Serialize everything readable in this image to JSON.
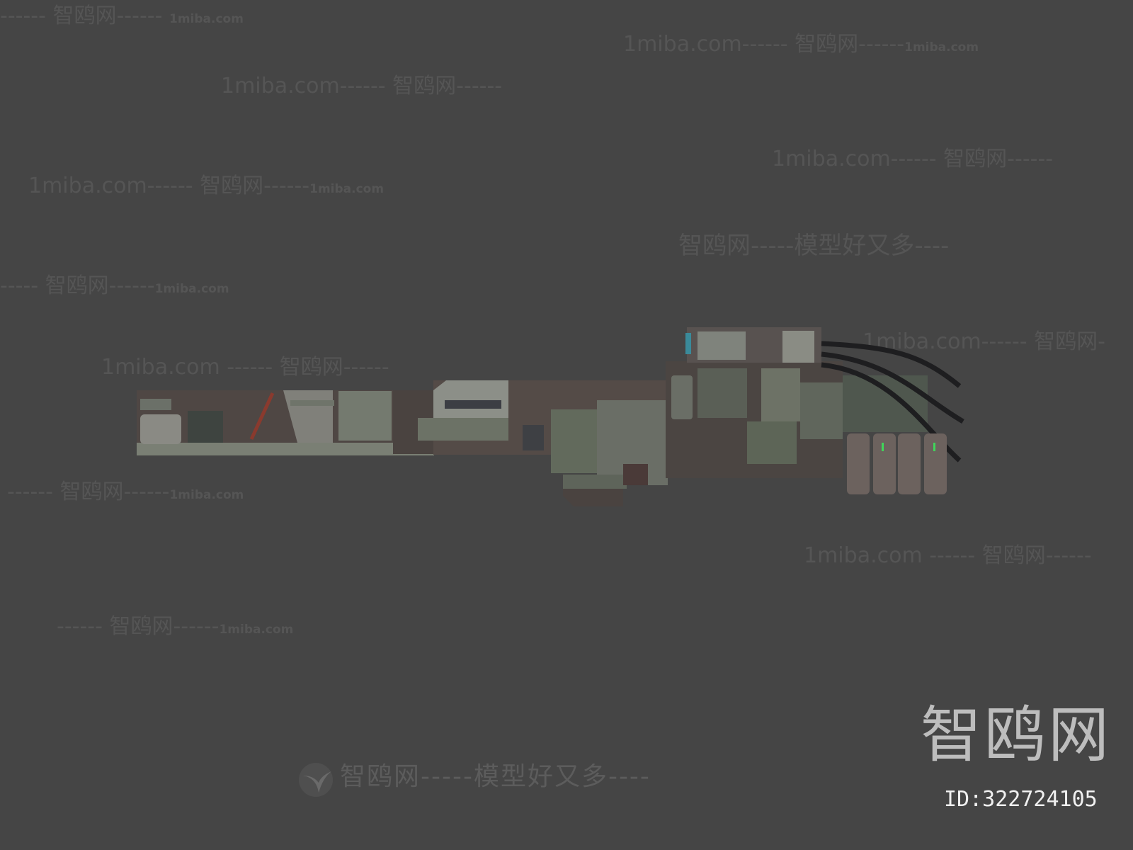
{
  "watermarks": [
    {
      "text": "------ 智鸥网------ ",
      "site": "1miba.com"
    },
    {
      "text": "1miba.com------ 智鸥网------",
      "site": "1miba.com"
    },
    {
      "text": "1miba.com------ 智鸥网------",
      "site": ""
    },
    {
      "text": "1miba.com------ 智鸥网------",
      "site": ""
    },
    {
      "text": "1miba.com------ 智鸥网------",
      "site": "1miba.com"
    },
    {
      "text": "智鸥网-----模型好又多----",
      "site": ""
    },
    {
      "text": "----- 智鸥网------",
      "site": "1miba.com"
    },
    {
      "text": "1miba.com ------ 智鸥网------",
      "site": ""
    },
    {
      "text": "1miba.com------ 智鸥网-",
      "site": ""
    },
    {
      "text": "------ 智鸥网------",
      "site": "1miba.com"
    },
    {
      "text": "1miba.com ------ 智鸥网------",
      "site": ""
    },
    {
      "text": "------ 智鸥网------",
      "site": "1miba.com"
    }
  ],
  "footer_slogan": "智鸥网-----模型好又多----",
  "brand_logo": "智鸥网",
  "model_id": "ID:322724105",
  "colors": {
    "background": "#454545",
    "metal": "#6f7468",
    "brown": "#4e4744",
    "accent_green": "#3fd65a",
    "accent_red": "#9a3a2e"
  }
}
